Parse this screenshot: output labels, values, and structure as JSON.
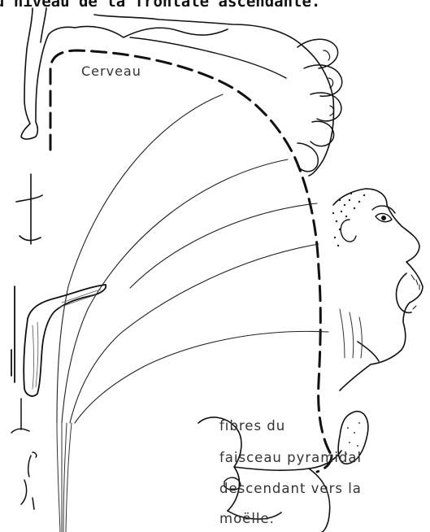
{
  "heading": "u niveau de la frontale ascendante.",
  "labels": {
    "cerveau": "Cerveau",
    "fibres_line1": "fibres du",
    "fibres_line2": "faisceau pyramidal",
    "fibres_line3": "descendant vers la",
    "fibres_line4": "moëlle."
  }
}
